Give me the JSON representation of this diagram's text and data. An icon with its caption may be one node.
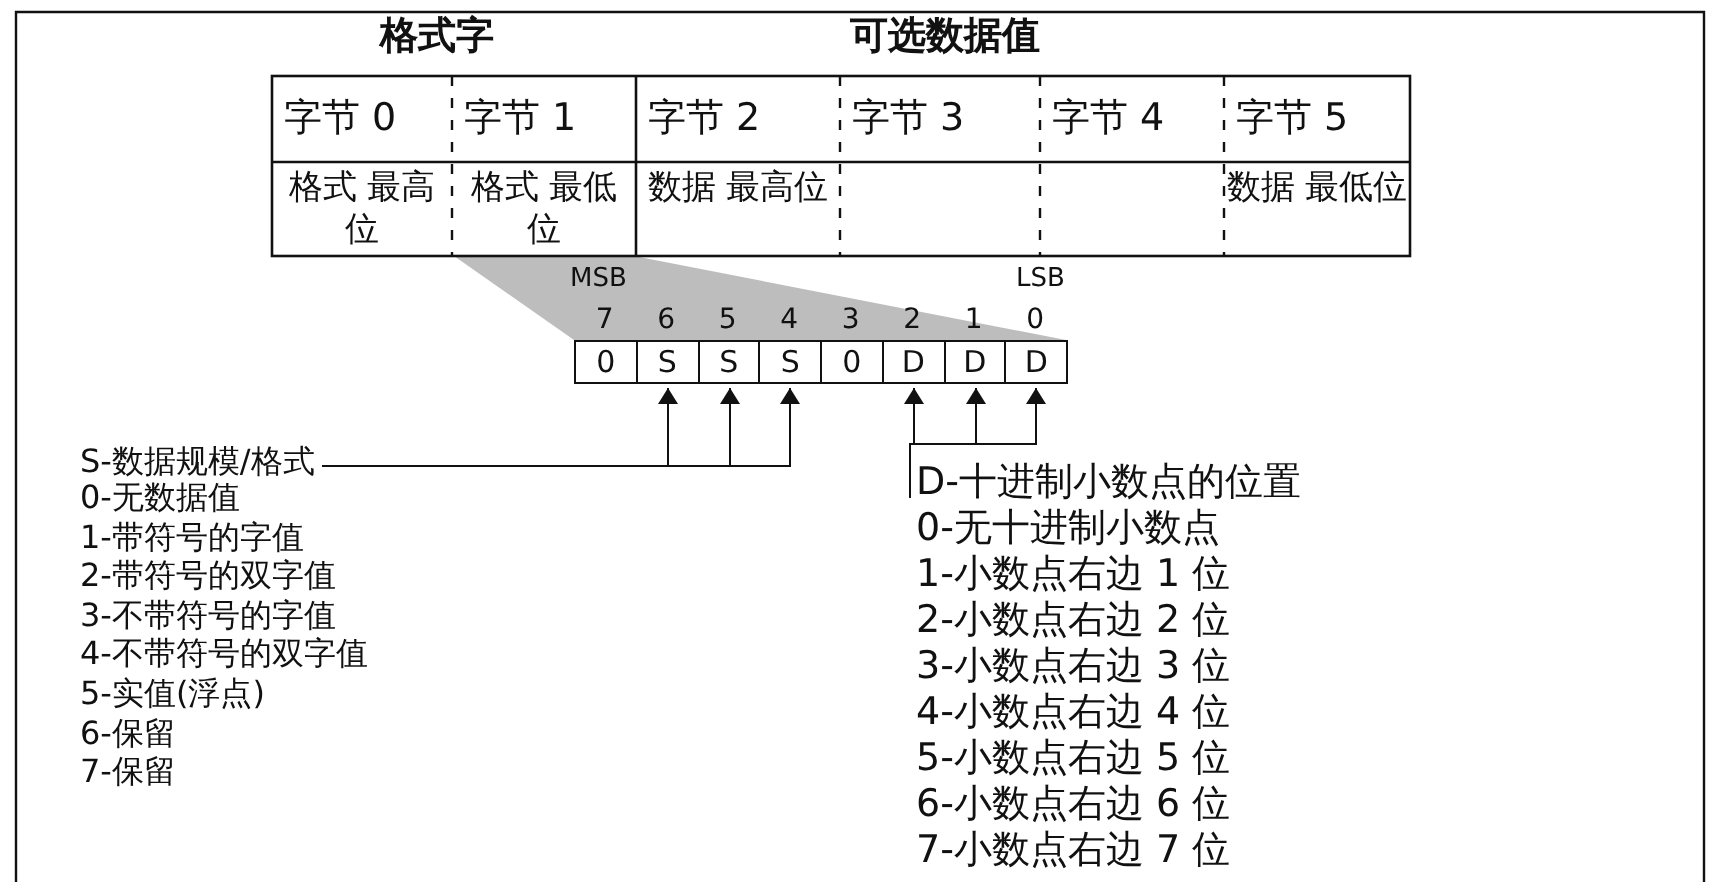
{
  "diagram": {
    "nodes": [
      {
        "text": [
          "S-数据规模/格式"
        ]
      },
      {
        "text": [
          "0"
        ]
      },
      {
        "text": [
          "S"
        ]
      },
      {
        "text": [
          "S"
        ]
      },
      {
        "text": [
          "S"
        ]
      },
      {
        "text": [
          "0"
        ]
      },
      {
        "text": [
          "D"
        ]
      },
      {
        "text": [
          "D"
        ]
      },
      {
        "text": [
          "D"
        ]
      },
      {
        "text": [
          "D-十进制小数点的位置"
        ]
      }
    ],
    "edges": [
      {
        "from": 0,
        "to": 2,
        "arrow": "to"
      },
      {
        "from": 0,
        "to": 3,
        "arrow": "to"
      },
      {
        "from": 0,
        "to": 4,
        "arrow": "to"
      },
      {
        "from": 9,
        "to": 6,
        "arrow": "to"
      },
      {
        "from": 9,
        "to": 7,
        "arrow": "to"
      },
      {
        "from": 9,
        "to": 8,
        "arrow": "to"
      }
    ],
    "labels": [
      "格式字",
      "可选数据值",
      "字节 0",
      "字节 1",
      "字节 2",
      "字节 3",
      "字节 4",
      "字节 5",
      "格式 最高位",
      "格式 最低位",
      "数据 最高位",
      "数据 最低位",
      "MSB",
      "LSB",
      "7",
      "6",
      "5",
      "4",
      "3",
      "2",
      "1",
      "0",
      "0-无数据值",
      "1-带符号的字值",
      "2-带符号的双字值",
      "3-不带符号的字值",
      "4-不带符号的双字值",
      "5-实值(浮点)",
      "6-保留",
      "7-保留",
      "0-无十进制小数点",
      "1-小数点右边 1 位",
      "2-小数点右边 2 位",
      "3-小数点右边 3 位",
      "4-小数点右边 4 位",
      "5-小数点右边 5 位",
      "6-小数点右边 6 位",
      "7-小数点右边 7 位"
    ]
  }
}
